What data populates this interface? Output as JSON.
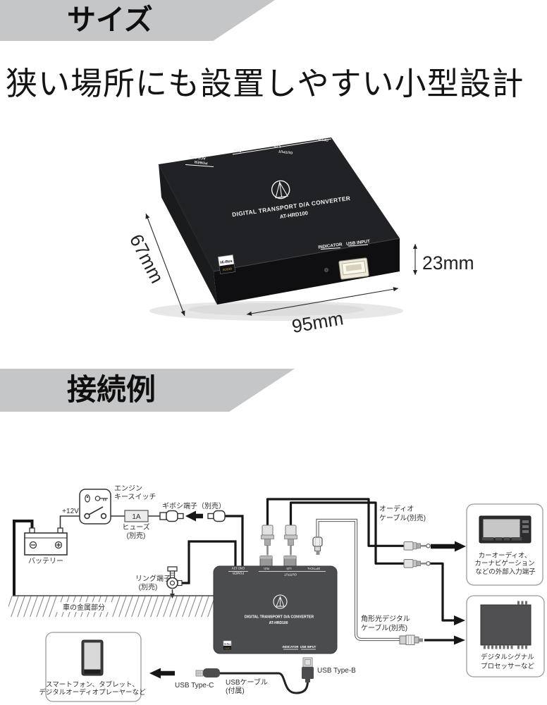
{
  "banners": {
    "size": "サイズ",
    "connection": "接続例",
    "color": "#c5c6c8"
  },
  "headline": "狭い場所にも設置しやすい小型設計",
  "product": {
    "title": "DIGITAL TRANSPORT D/A CONVERTER",
    "model": "AT-HRD100",
    "rear_labels": {
      "acc_gnd": "ACC GND",
      "power": "POWER",
      "rch": "R ch",
      "lch": "L ch",
      "output": "OUTPUT",
      "optical": "OPTICAL"
    },
    "front_labels": {
      "indicator": "INDICATOR",
      "usb_input": "USB INPUT"
    },
    "hires_badge": {
      "line1": "Hi-Res",
      "line2": "AUDIO"
    },
    "dimensions": {
      "width": "95mm",
      "depth": "67mm",
      "height": "23mm"
    }
  },
  "diagram": {
    "battery": {
      "label": "バッテリー",
      "voltage": "+12V"
    },
    "key_switch": {
      "line1": "エンジン",
      "line2": "キースイッチ"
    },
    "fuse": {
      "value": "1A",
      "line1": "ヒューズ",
      "line2": "(別売)"
    },
    "gibo_label": "ギボシ端子（別売）",
    "ring": {
      "line1": "リング端子",
      "line2": "(別売)"
    },
    "ground_label": "車の金属部分",
    "audio_cable": {
      "line1": "オーディオ",
      "line2": "ケーブル(別売)"
    },
    "optical_cable": {
      "line1": "角形光デジタル",
      "line2": "ケーブル(別売)"
    },
    "car_audio": {
      "line1": "カーオーディオ、",
      "line2": "カーナビゲーション",
      "line3": "などの外部入力端子"
    },
    "dsp": {
      "line1": "デジタルシグナル",
      "line2": "プロセッサーなど"
    },
    "phone": {
      "line1": "スマートフォン、タブレット、",
      "line2": "デジタルオーディオプレーヤーなど"
    },
    "usb": {
      "type_c": "USB Type-C",
      "type_b": "USB Type-B",
      "cable_line1": "USBケーブル",
      "cable_line2": "(付属)"
    },
    "device": {
      "title": "DIGITAL TRANSPORT D/A CONVERTER",
      "model": "AT-HRD100",
      "gnd_12v": "GND 12V",
      "power": "POWER",
      "rch": "Rch",
      "lch": "Lch",
      "output": "OUTPUT",
      "optical": "OPTICAL",
      "indicator": "INDICATOR",
      "usb_input": "USB INPUT"
    }
  }
}
